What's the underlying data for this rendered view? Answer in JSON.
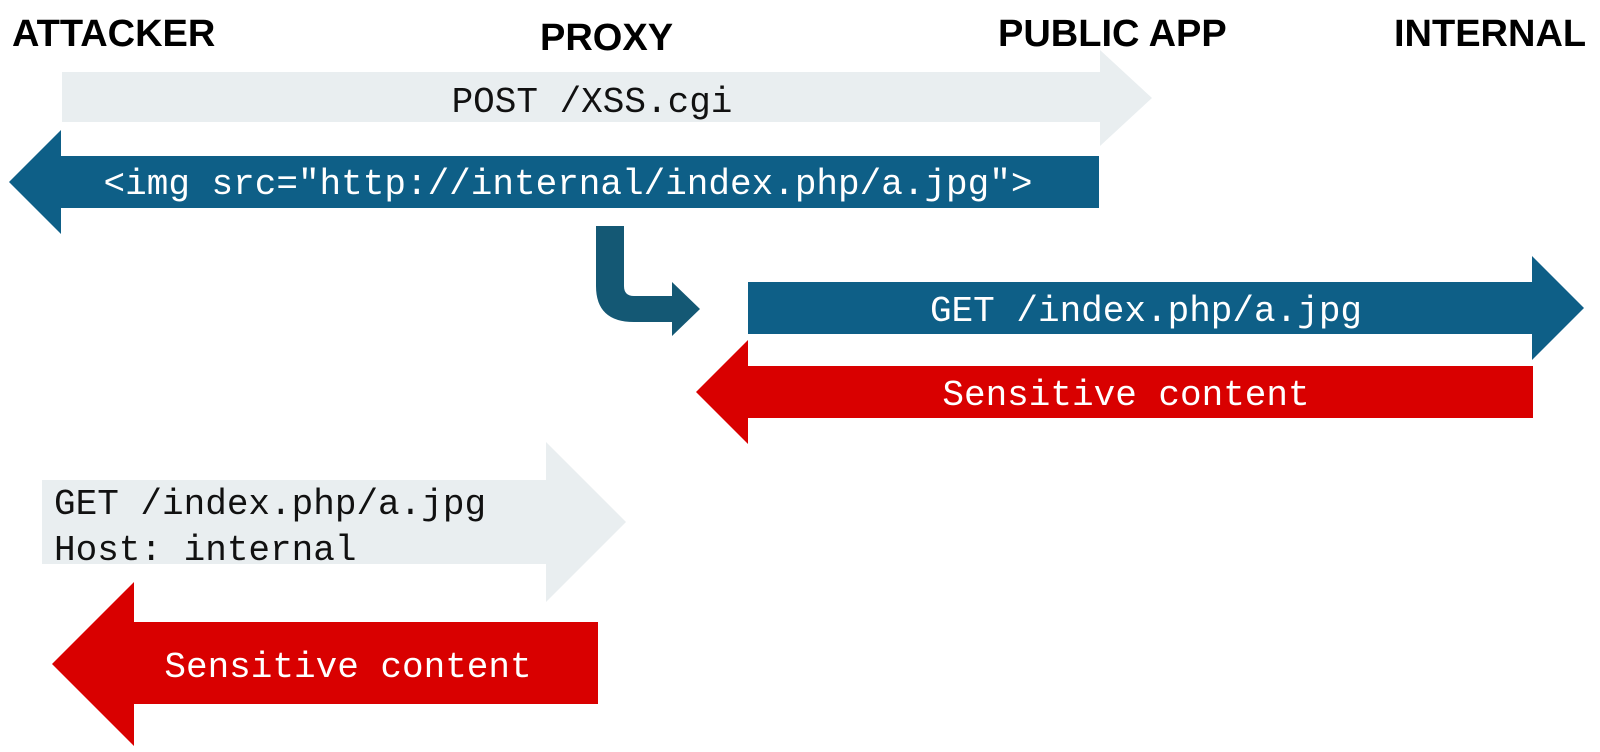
{
  "headers": {
    "attacker": "ATTACKER",
    "proxy": "PROXY",
    "public_app": "PUBLIC APP",
    "internal": "INTERNAL"
  },
  "messages": {
    "post_request": "POST /XSS.cgi",
    "img_response": "<img src=\"http://internal/index.php/a.jpg\">",
    "get_internal": "GET /index.php/a.jpg",
    "sensitive_internal": "Sensitive content",
    "get_direct_line1": "GET /index.php/a.jpg",
    "get_direct_line2": "Host: internal",
    "sensitive_direct": "Sensitive content"
  },
  "colors": {
    "light_arrow": "#e9eef0",
    "blue_arrow": "#0e5f87",
    "red_arrow": "#d90000",
    "connector": "#145874",
    "dark_text": "#111111",
    "white_text": "#ffffff"
  }
}
